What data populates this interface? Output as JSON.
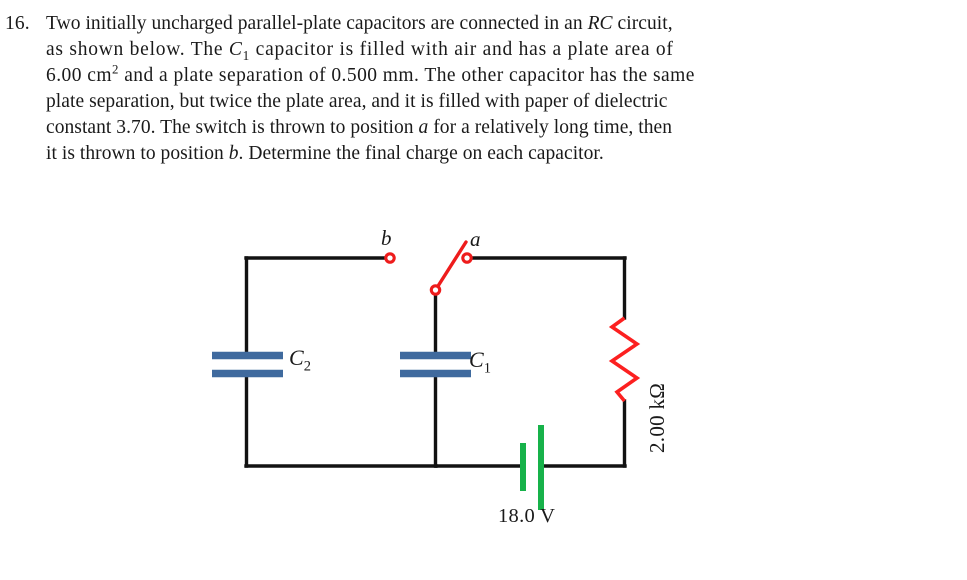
{
  "problem": {
    "number": "16.",
    "lines": [
      "Two initially uncharged parallel-plate capacitors are connected in an RC circuit,",
      "as shown below. The C1 capacitor is filled with air and has a plate area of",
      "6.00 cm2 and a plate separation of 0.500 mm. The other capacitor has the same",
      "plate separation, but twice the plate area, and it is filled with paper of dielectric",
      "constant 3.70. The switch is thrown to position a for a relatively long time, then",
      "it is thrown to position b. Determine the final charge on each capacitor."
    ],
    "line1_a": "Two initially uncharged parallel-plate capacitors are connected in an ",
    "line1_rc": "RC",
    "line1_b": " circuit,",
    "line2_a": "as shown below.  The ",
    "line2_c": "C",
    "line2_csub": "1",
    "line2_b": " capacitor is filled with air and has a plate area of",
    "line3_a": "6.00 cm",
    "line3_sup": "2",
    "line3_b": " and a plate separation of 0.500 mm.  The other capacitor has the same",
    "line4": "plate separation, but twice the plate area, and it is filled with paper of dielectric",
    "line5_a": "constant 3.70.  The switch is thrown to position ",
    "line5_var": "a",
    "line5_b": " for a relatively long time, then",
    "line6_a": "it is thrown to position ",
    "line6_var": "b",
    "line6_b": ".  Determine the final charge on each capacitor."
  },
  "circuit": {
    "title": "RC circuit with two capacitors, switch, resistor and battery",
    "switch": {
      "terminal_b_label": "b",
      "terminal_a_label": "a",
      "position": "a",
      "color": "#ee1c1c"
    },
    "capacitor_c2": {
      "label_base": "C",
      "label_sub": "2",
      "color": "#3f6a9e"
    },
    "capacitor_c1": {
      "label_base": "C",
      "label_sub": "1",
      "color": "#3f6a9e"
    },
    "resistor": {
      "label": "2.00 kΩ",
      "color": "#fc2020"
    },
    "battery": {
      "label": "18.0 V",
      "color": "#17b24a"
    },
    "wire_color": "#121212"
  }
}
